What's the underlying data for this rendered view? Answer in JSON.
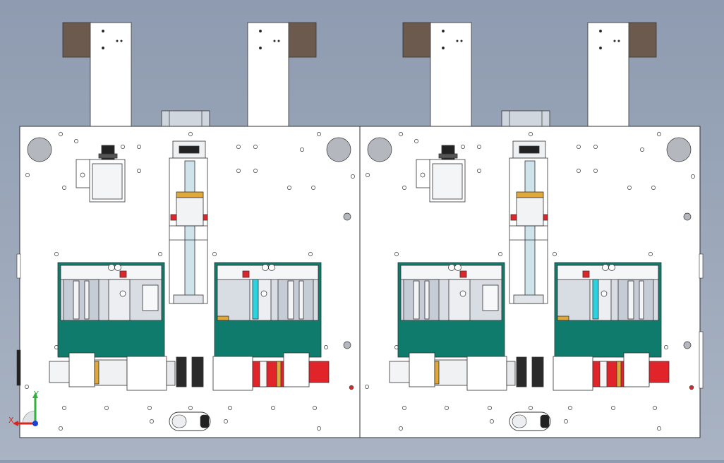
{
  "viewport": {
    "background_top": "#8e9bb0",
    "background_bottom": "#a9b3c3"
  },
  "palette": {
    "plate": "#ffffff",
    "outline": "#333333",
    "hole": "#b4b8be",
    "bracket": "#6b5a4d",
    "housing": "#0f7b6c",
    "rail": "#cfe3ea",
    "red": "#e0242a",
    "cyan": "#2bd3e0",
    "brass": "#e0a83b",
    "gray_body": "#e6e9ee"
  },
  "modules": [
    {
      "name": "left-module"
    },
    {
      "name": "right-module"
    }
  ],
  "triad": {
    "x_label": "X",
    "y_label": "Y",
    "x_color": "#d8261f",
    "y_color": "#2fb13a",
    "z_color": "#1b3fd9"
  },
  "icons": [
    "triad-icon"
  ]
}
